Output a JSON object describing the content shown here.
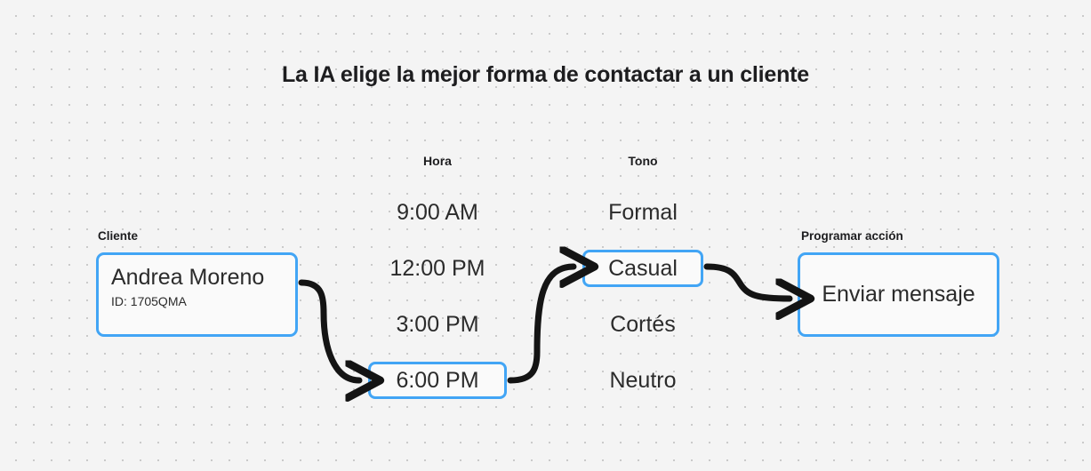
{
  "title": "La IA elige la mejor forma de contactar a un cliente",
  "colors": {
    "accent": "#42a5f5",
    "text": "#2b2b2b",
    "background": "#f4f4f4",
    "dot": "#cacaca",
    "arrow": "#141414"
  },
  "customer": {
    "caption": "Cliente",
    "name": "Andrea Moreno",
    "id": "ID: 1705QMA"
  },
  "hora": {
    "header": "Hora",
    "options": [
      {
        "label": "9:00 AM",
        "selected": false
      },
      {
        "label": "12:00 PM",
        "selected": false
      },
      {
        "label": "3:00 PM",
        "selected": false
      },
      {
        "label": "6:00 PM",
        "selected": true
      }
    ]
  },
  "tono": {
    "header": "Tono",
    "options": [
      {
        "label": "Formal",
        "selected": false
      },
      {
        "label": "Casual",
        "selected": true
      },
      {
        "label": "Cortés",
        "selected": false
      },
      {
        "label": "Neutro",
        "selected": false
      }
    ]
  },
  "action": {
    "caption": "Programar acción",
    "label": "Enviar mensaje"
  }
}
